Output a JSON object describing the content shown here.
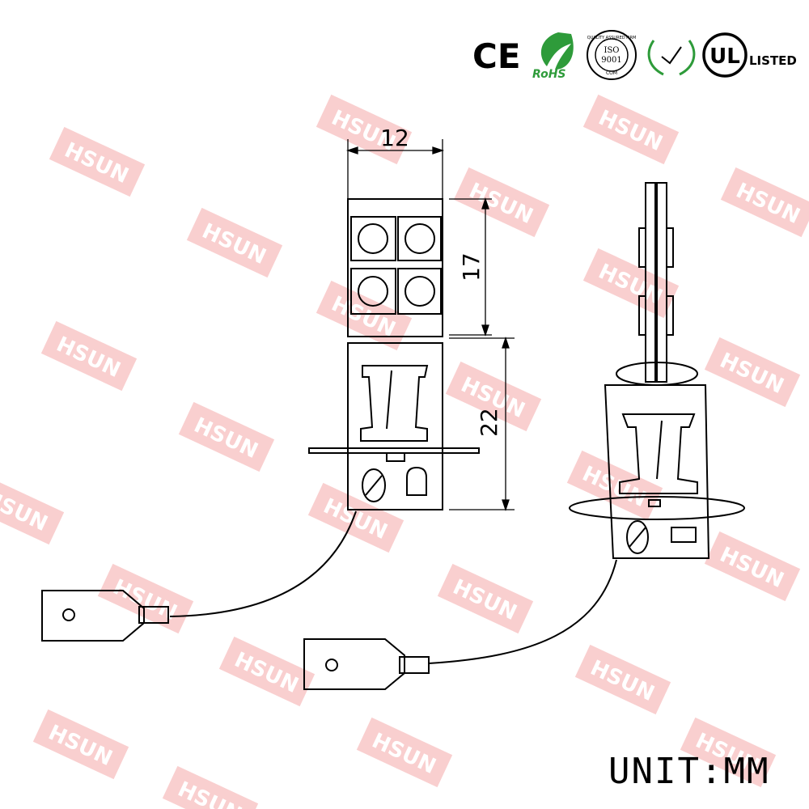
{
  "certifications": {
    "ce": "CE",
    "rohs": "RoHS",
    "iso_top": "QUALITY ASSURED FIRM",
    "iso_mid_1": "ISO",
    "iso_mid_2": "9001",
    "iso_bottom": "COM",
    "ul": "UL",
    "ul_listed": "LISTED"
  },
  "watermark": {
    "text": "HSUN",
    "color": "#f4a7a7"
  },
  "dimensions": {
    "width": "12",
    "led_height": "17",
    "base_height": "22"
  },
  "unit_label": "UNIT:MM",
  "colors": {
    "line": "#000000",
    "rohs_green": "#2e9b3a",
    "watermark": "#f4a7a7"
  }
}
